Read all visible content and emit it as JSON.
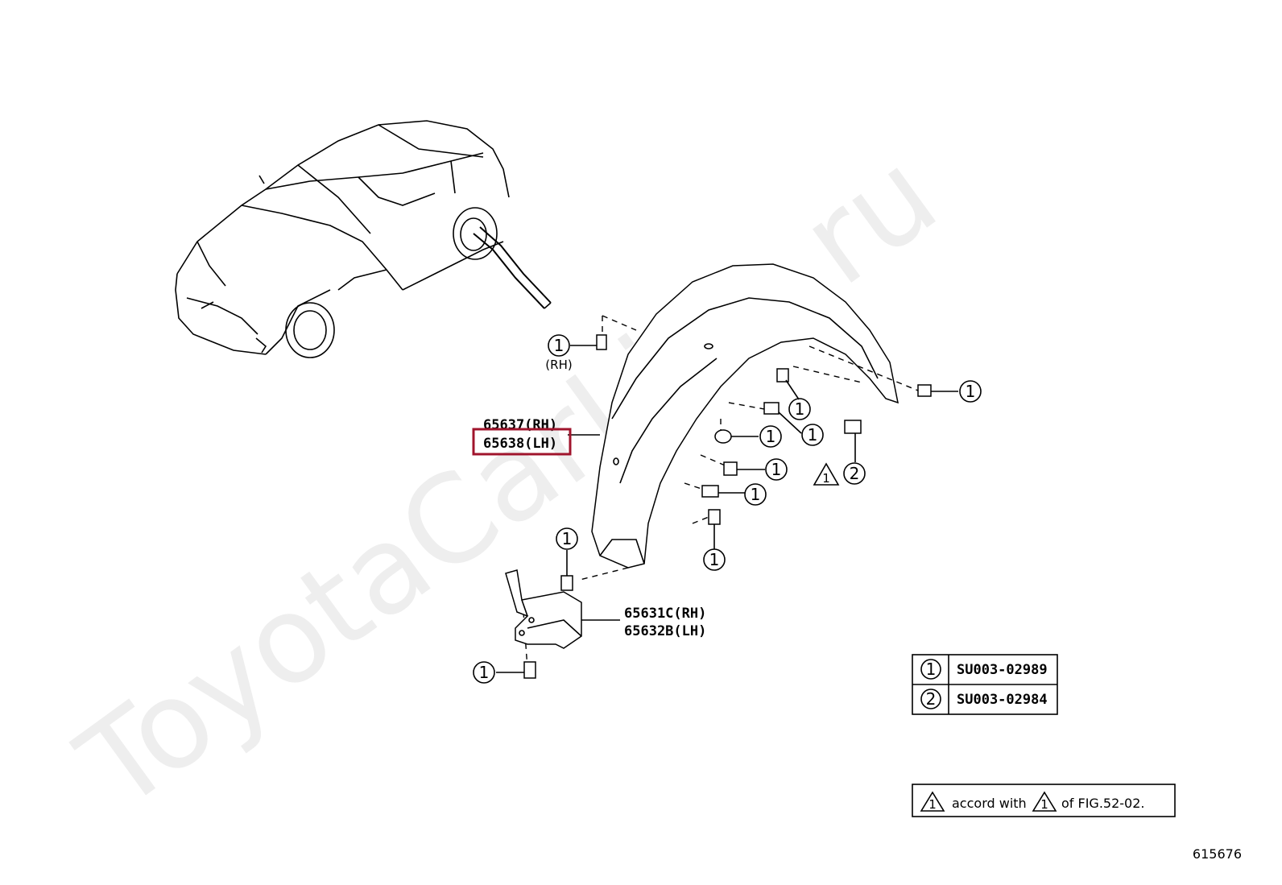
{
  "watermark": "ToyotaCarLine.ru",
  "figure_id": "615676",
  "accent_color": "#a0142c",
  "callouts": [
    {
      "key": "liner_rh",
      "text": "65637(RH)"
    },
    {
      "key": "liner_lh",
      "text": "65638(LH)",
      "highlighted": true
    },
    {
      "key": "bracket_rh",
      "text": "65631C(RH)"
    },
    {
      "key": "bracket_lh",
      "text": "65632B(LH)"
    }
  ],
  "markers": {
    "one": "1",
    "two": "2",
    "rh_note": "(RH)"
  },
  "legend": [
    {
      "marker": "1",
      "code": "SU003-02989"
    },
    {
      "marker": "2",
      "code": "SU003-02984"
    }
  ],
  "note": {
    "text_before": "accord with",
    "text_after": "of FIG.52-02.",
    "symbol": "1"
  }
}
